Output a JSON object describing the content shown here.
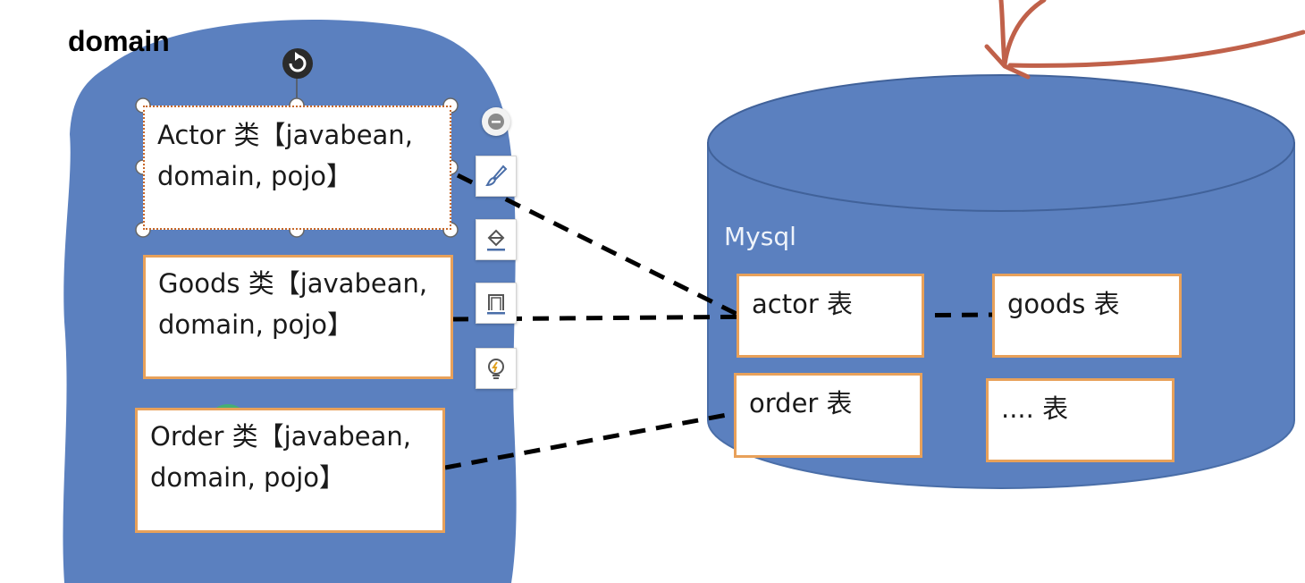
{
  "domain_label": "domain",
  "mysql_label": "Mysql",
  "classes": [
    {
      "line1": "Actor 类【javabean,",
      "line2": "domain, pojo】"
    },
    {
      "line1": "Goods 类【javabean,",
      "line2": "domain, pojo】"
    },
    {
      "line1": "Order 类【javabean,",
      "line2": "domain, pojo】"
    }
  ],
  "tables": [
    "actor 表",
    "goods 表",
    "order 表",
    ".... 表"
  ],
  "toolbar": [
    "minus-icon",
    "brush-icon",
    "fill-icon",
    "outline-icon",
    "lightbulb-icon"
  ],
  "colors": {
    "blob": "#5b80bf",
    "box_border": "#e8a15a",
    "arrow": "#c0614a",
    "connector": "#000000",
    "highlight": "#3fbf5a"
  }
}
